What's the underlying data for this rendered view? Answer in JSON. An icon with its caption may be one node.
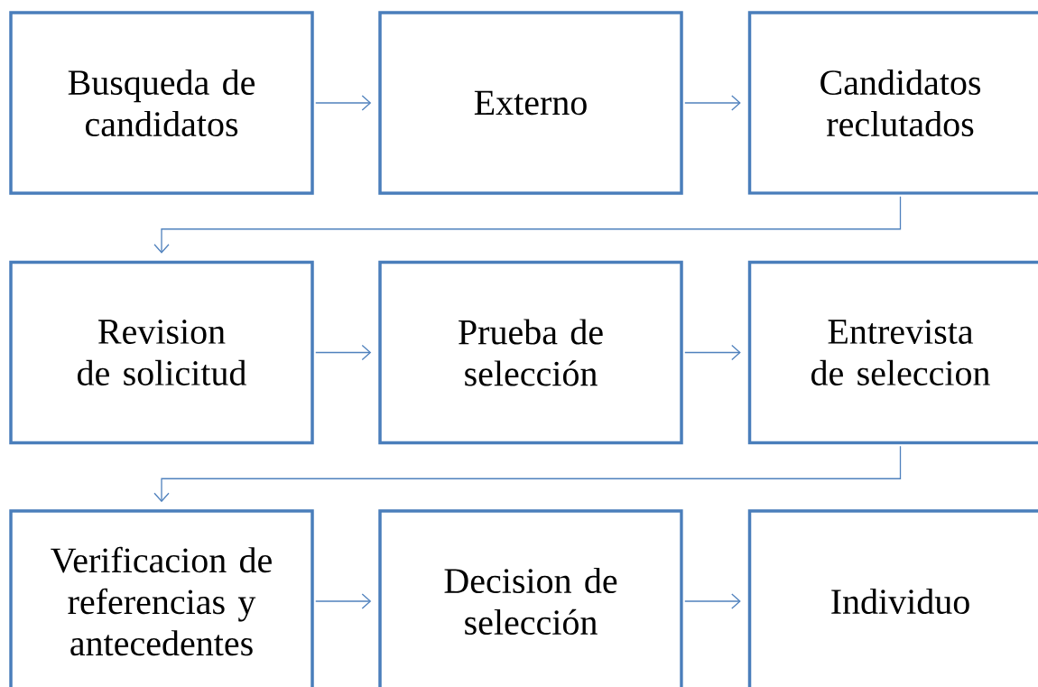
{
  "diagram": {
    "nodes": [
      {
        "text": [
          "Busqueda de candidatos"
        ]
      },
      {
        "text": [
          "Externo"
        ]
      },
      {
        "text": [
          "Candidatos reclutados"
        ]
      },
      {
        "text": [
          "Revision de solicitud"
        ]
      },
      {
        "text": [
          "Prueba de selección"
        ]
      },
      {
        "text": [
          "Entrevista de seleccion"
        ]
      },
      {
        "text": [
          "Verificacion de referencias y antecedentes"
        ]
      },
      {
        "text": [
          "Decision de selección"
        ]
      },
      {
        "text": [
          "Individuo"
        ]
      }
    ],
    "edges": [
      {
        "from": 0,
        "to": 1,
        "arrow": "to"
      },
      {
        "from": 1,
        "to": 2,
        "arrow": "to"
      },
      {
        "from": 2,
        "to": 3,
        "arrow": "to"
      },
      {
        "from": 3,
        "to": 4,
        "arrow": "to"
      },
      {
        "from": 4,
        "to": 5,
        "arrow": "to"
      },
      {
        "from": 5,
        "to": 6,
        "arrow": "to"
      },
      {
        "from": 6,
        "to": 7,
        "arrow": "to"
      },
      {
        "from": 7,
        "to": 8,
        "arrow": "to"
      }
    ]
  }
}
